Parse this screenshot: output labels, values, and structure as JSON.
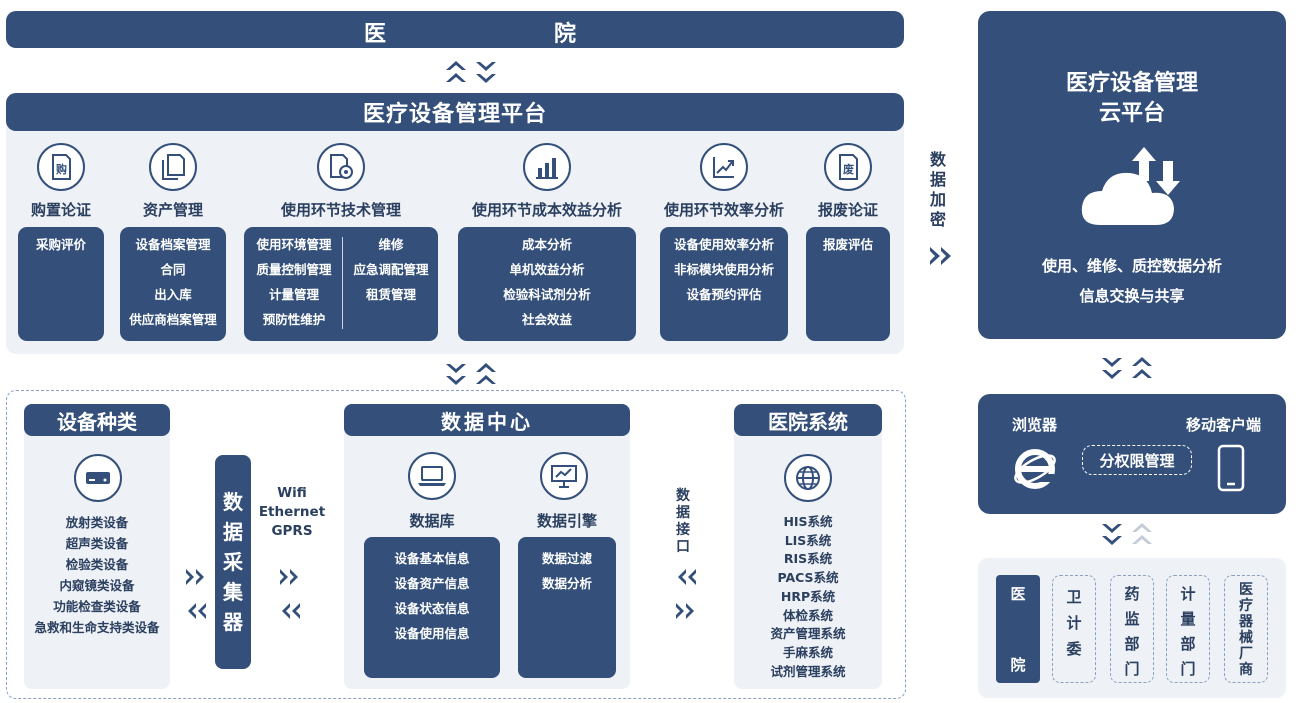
{
  "top_bar": {
    "left": "医",
    "right": "院"
  },
  "platform": {
    "title": "医疗设备管理平台",
    "modules": [
      {
        "label": "购置论证",
        "icon": "purchase-icon",
        "items": [
          "采购评价"
        ]
      },
      {
        "label": "资产管理",
        "icon": "document-icon",
        "items": [
          "设备档案管理",
          "合同",
          "出入库",
          "供应商档案管理"
        ]
      },
      {
        "label": "使用环节技术管理",
        "icon": "settings-document-icon",
        "items_left": [
          "使用环境管理",
          "质量控制管理",
          "计量管理",
          "预防性维护"
        ],
        "items_right": [
          "维修",
          "应急调配管理",
          "租赁管理"
        ]
      },
      {
        "label": "使用环节成本效益分析",
        "icon": "bar-chart-icon",
        "items": [
          "成本分析",
          "单机效益分析",
          "检验科试剂分析",
          "社会效益"
        ]
      },
      {
        "label": "使用环节效率分析",
        "icon": "trend-chart-icon",
        "items": [
          "设备使用效率分析",
          "非标模块使用分析",
          "设备预约评估"
        ]
      },
      {
        "label": "报废论证",
        "icon": "scrap-icon",
        "items": [
          "报废评估"
        ]
      }
    ]
  },
  "encryption": {
    "chars": [
      "数",
      "据",
      "加",
      "密"
    ]
  },
  "cloud": {
    "title_line1": "医疗设备管理",
    "title_line2": "云平台",
    "desc_line1": "使用、维修、质控数据分析",
    "desc_line2": "信息交换与共享"
  },
  "access": {
    "browser": "浏览器",
    "mobile": "移动客户端",
    "permission": "分权限管理"
  },
  "orgs": [
    {
      "chars": [
        "医",
        "院"
      ]
    },
    {
      "chars": [
        "卫",
        "计",
        "委"
      ]
    },
    {
      "chars": [
        "药",
        "监",
        "部",
        "门"
      ]
    },
    {
      "chars": [
        "计",
        "量",
        "部",
        "门"
      ]
    },
    {
      "chars": [
        "医",
        "疗",
        "器",
        "械",
        "厂",
        "商"
      ]
    }
  ],
  "equipment": {
    "title": "设备种类",
    "items": [
      "放射类设备",
      "超声类设备",
      "检验类设备",
      "内窥镜类设备",
      "功能检查类设备",
      "急救和生命支持类设备"
    ]
  },
  "collector": {
    "chars": [
      "数",
      "据",
      "采",
      "集",
      "器"
    ]
  },
  "network": {
    "lines": [
      "Wifi",
      "Ethernet",
      "GPRS"
    ]
  },
  "data_center": {
    "title": "数据中心",
    "database": {
      "label": "数据库",
      "items": [
        "设备基本信息",
        "设备资产信息",
        "设备状态信息",
        "设备使用信息"
      ]
    },
    "engine": {
      "label": "数据引擎",
      "items": [
        "数据过滤",
        "数据分析"
      ]
    }
  },
  "interface": {
    "chars": [
      "数",
      "据",
      "接",
      "口"
    ]
  },
  "hospital_systems": {
    "title": "医院系统",
    "items": [
      "HIS系统",
      "LIS系统",
      "RIS系统",
      "PACS系统",
      "HRP系统",
      "体检系统",
      "资产管理系统",
      "手麻系统",
      "试剂管理系统"
    ]
  },
  "colors": {
    "navy": "#34507a",
    "light": "#eef1f6",
    "dark_text": "#2b3f5f"
  }
}
